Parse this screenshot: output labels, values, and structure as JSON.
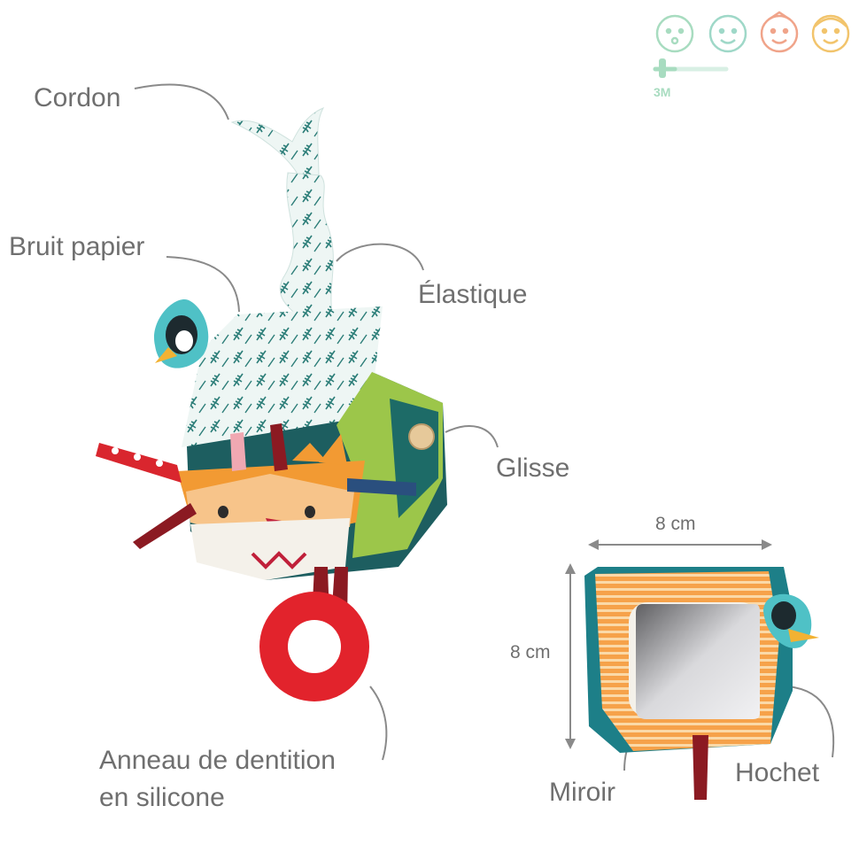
{
  "labels": {
    "cordon": "Cordon",
    "bruit_papier": "Bruit papier",
    "elastique": "Élastique",
    "glisse": "Glisse",
    "anneau_line1": "Anneau de dentition",
    "anneau_line2": "en silicone",
    "miroir": "Miroir",
    "hochet": "Hochet"
  },
  "dimensions": {
    "width": "8 cm",
    "height": "8 cm"
  },
  "age_indicator": {
    "value": "3M",
    "faces": [
      "baby-face-icon",
      "toddler-face-icon",
      "child-face-icon",
      "kid-face-icon"
    ],
    "colors": [
      "#a8dcc0",
      "#9fd8c8",
      "#f0a48a",
      "#f2c46c"
    ]
  },
  "colors": {
    "label_text": "#6f6f6f",
    "teal": "#1f6f6e",
    "red": "#d9262e",
    "orange": "#f29a33",
    "green": "#9cc64a"
  }
}
